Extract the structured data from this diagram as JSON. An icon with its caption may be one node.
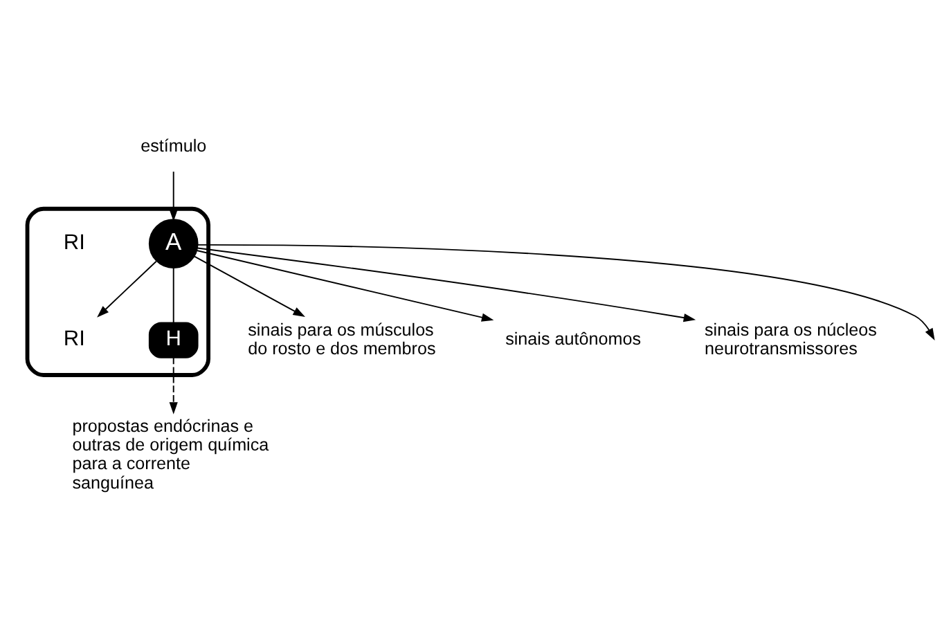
{
  "diagram": {
    "nodes": [
      {
        "text": [],
        "shape": "box"
      },
      {
        "text": [
          "estímulo"
        ]
      },
      {
        "text": [
          "RI"
        ],
        "in": 0
      },
      {
        "text": [
          "A"
        ],
        "in": 0
      },
      {
        "text": [
          "H"
        ],
        "in": 0
      },
      {
        "text": [
          "propostas endócrinas e outras de origem química para a corrente sanguínea"
        ]
      },
      {
        "text": [
          "sinais para os músculos do rosto e dos membros"
        ]
      },
      {
        "text": [
          "sinais autônomos"
        ]
      },
      {
        "text": [
          "sinais para os núcleos neurotransmissores"
        ]
      }
    ],
    "edges": [
      {
        "from": 1,
        "to": 3,
        "arrow": "to"
      },
      {
        "from": 3,
        "to": null,
        "arrow": "to"
      },
      {
        "from": 3,
        "to": 2,
        "arrow": "to"
      },
      {
        "from": 3,
        "to": 4,
        "arrow": "none"
      },
      {
        "from": 4,
        "to": 5,
        "arrow": "to",
        "style": "dashed"
      },
      {
        "from": 3,
        "to": 6,
        "arrow": "to"
      },
      {
        "from": 3,
        "to": 7,
        "arrow": "to"
      },
      {
        "from": 3,
        "to": 8,
        "arrow": "to"
      }
    ],
    "labels": [
      "RI"
    ]
  }
}
